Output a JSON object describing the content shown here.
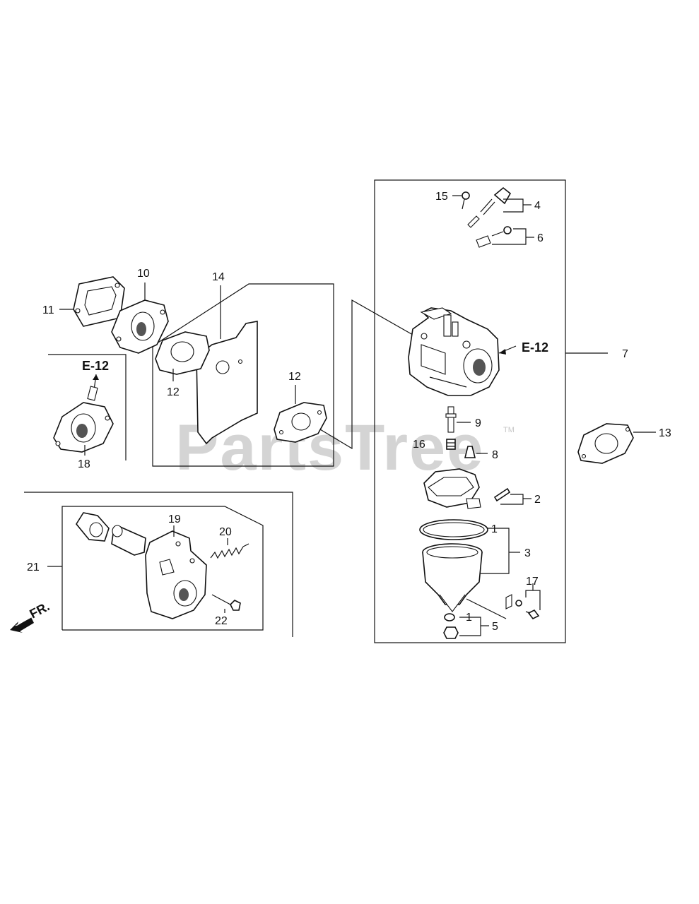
{
  "watermark": {
    "text": "PartsTree",
    "tm": "TM"
  },
  "references": {
    "e12_left": "E-12",
    "e12_right": "E-12"
  },
  "direction": {
    "fr": "FR."
  },
  "callouts": {
    "c1a": "1",
    "c1b": "1",
    "c2": "2",
    "c3": "3",
    "c4": "4",
    "c5": "5",
    "c6": "6",
    "c7": "7",
    "c8": "8",
    "c9": "9",
    "c10": "10",
    "c11": "11",
    "c12a": "12",
    "c12b": "12",
    "c13": "13",
    "c14": "14",
    "c15": "15",
    "c16": "16",
    "c17": "17",
    "c18": "18",
    "c19": "19",
    "c20": "20",
    "c21": "21",
    "c22": "22"
  }
}
